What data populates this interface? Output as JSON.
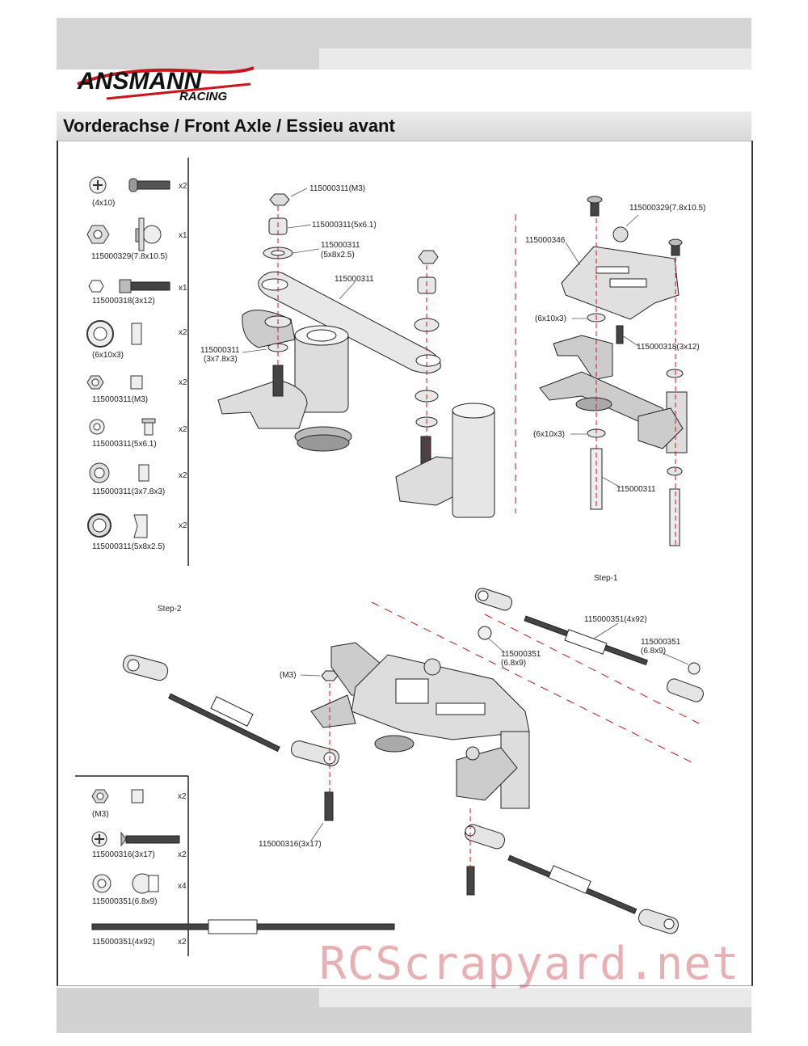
{
  "brand": {
    "name": "ANSMANN",
    "sub": "RACING"
  },
  "title": "Vorderachse / Front Axle / Essieu avant",
  "parts_top": [
    {
      "label": "(4x10)",
      "qty": "x2",
      "icon": "screw-round-head"
    },
    {
      "label": "115000329(7.8x10.5)",
      "qty": "x1",
      "icon": "ball-stud"
    },
    {
      "label": "115000318(3x12)",
      "qty": "x1",
      "icon": "set-screw"
    },
    {
      "label": "(6x10x3)",
      "qty": "x2",
      "icon": "washer"
    },
    {
      "label": "115000311(M3)",
      "qty": "x2",
      "icon": "nut"
    },
    {
      "label": "115000311(5x6.1)",
      "qty": "x2",
      "icon": "flanged-bushing"
    },
    {
      "label": "115000311(3x7.8x3)",
      "qty": "x2",
      "icon": "spacer"
    },
    {
      "label": "115000311(5x8x2.5)",
      "qty": "x2",
      "icon": "cup-washer"
    }
  ],
  "parts_bottom": [
    {
      "label": "(M3)",
      "qty": "x2",
      "icon": "nut"
    },
    {
      "label": "115000316(3x17)",
      "qty": "x2",
      "icon": "flat-head-screw"
    },
    {
      "label": "115000351(6.8x9)",
      "qty": "x4",
      "icon": "ball-joint"
    },
    {
      "label": "115000351(4x92)",
      "qty": "x2",
      "icon": "turnbuckle"
    }
  ],
  "callouts_a": {
    "m3": "115000311(M3)",
    "b561": "115000311(5x6.1)",
    "c5825a": "115000311",
    "c5825b": "(5x8x2.5)",
    "link": "115000311",
    "s378a": "115000311",
    "s378b": "(3x7.8x3)"
  },
  "callouts_b": {
    "ball": "115000329(7.8x10.5)",
    "plate": "115000346",
    "w1": "(6x10x3)",
    "screw": "115000318(3x12)",
    "w2": "(6x10x3)",
    "post": "115000311"
  },
  "step1": "Step-1",
  "step2": "Step-2",
  "callouts_c": {
    "rod": "115000351(4x92)",
    "ball1a": "115000351",
    "ball1b": "(6.8x9)",
    "ball2a": "115000351",
    "ball2b": "(6.8x9)",
    "m3": "(M3)",
    "screw": "115000316(3x17)"
  },
  "watermark": "RCScrapyard.net"
}
